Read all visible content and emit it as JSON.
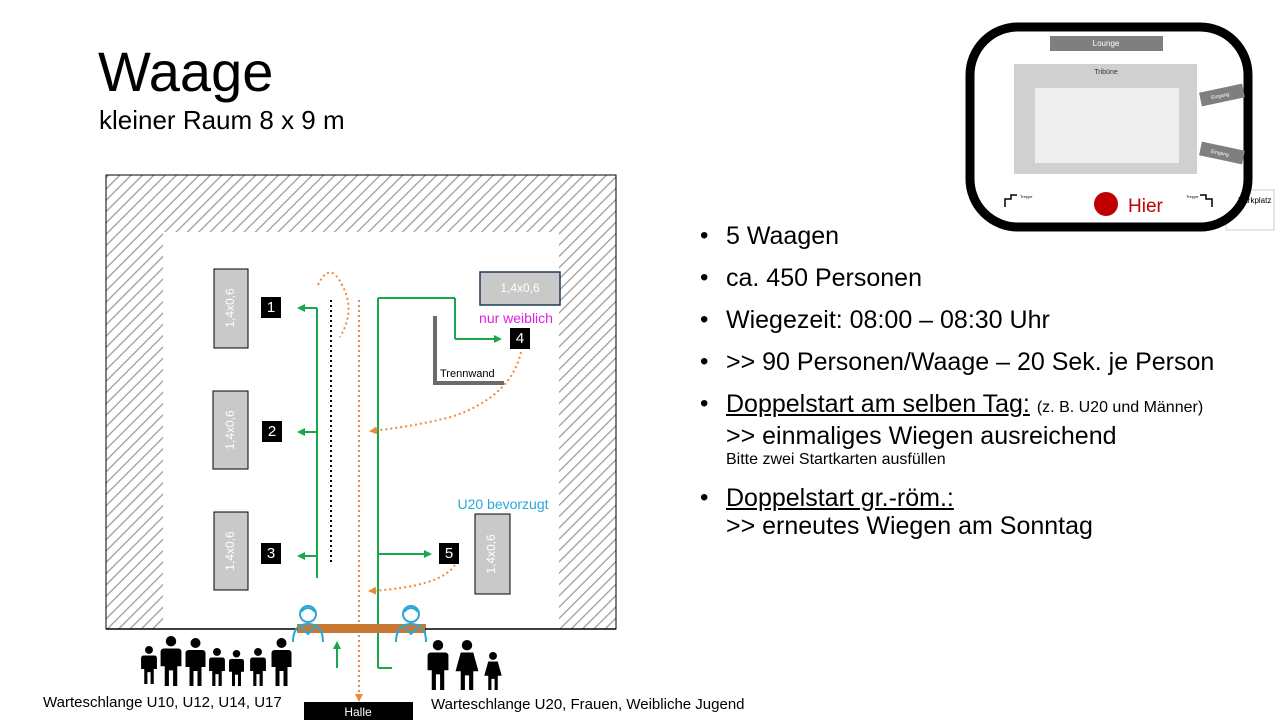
{
  "title": "Waage",
  "subtitle": "kleiner Raum 8 x 9 m",
  "scales": {
    "size_label": "1,4x0,6",
    "numbers": [
      "1",
      "2",
      "3",
      "4",
      "5"
    ],
    "note_weiblich": "nur weiblich",
    "note_u20": "U20 bevorzugt",
    "trennwand": "Trennwand"
  },
  "queues": {
    "left": "Warteschlange U10, U12, U14, U17",
    "right": "Warteschlange U20, Frauen, Weibliche Jugend",
    "exit": "Halle"
  },
  "map": {
    "lounge": "Lounge",
    "tribune": "Tribüne",
    "entrance1": "Eingang",
    "entrance2": "Eingang",
    "stairs1": "Treppe",
    "stairs2": "Treppe",
    "parking": "Parkplatz",
    "here": "Hier"
  },
  "bullets": {
    "b1": "5 Waagen",
    "b2": "ca. 450 Personen",
    "b3": "Wiegezeit: 08:00 – 08:30 Uhr",
    "b4": ">> 90 Personen/Waage – 20 Sek. je Person",
    "b5_head": "Doppelstart am selben Tag:",
    "b5_note": "(z. B. U20 und Männer)",
    "b5_line2": ">> einmaliges Wiegen ausreichend",
    "b5_line3": "Bitte zwei Startkarten ausfüllen",
    "b6_head": "Doppelstart gr.-röm.:",
    "b6_line2": ">> erneutes Wiegen am Sonntag"
  },
  "colors": {
    "green": "#1aa64a",
    "orange": "#f0883a",
    "magenta": "#e020e0",
    "cyan": "#2aa7d8",
    "gray": "#c9c9c9",
    "brown": "#c87830",
    "red": "#c00000"
  }
}
